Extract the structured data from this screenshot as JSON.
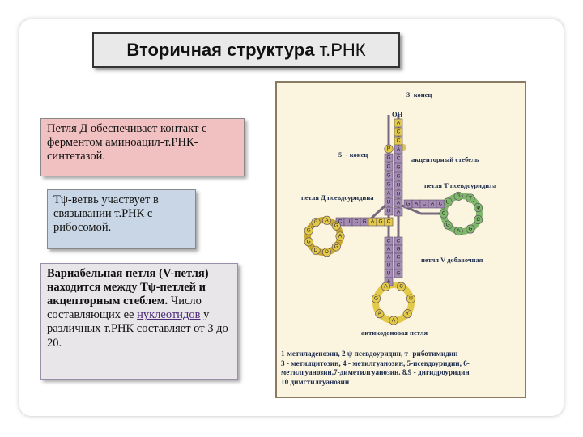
{
  "title": {
    "bold_part": "Вторичная  структура",
    "normal_part": "т.РНК"
  },
  "cards": {
    "d_loop": "Петля Д обеспечивает контакт с ферментом аминоацил-т.РНК-синтетазой.",
    "t_branch": "Тψ-ветвь участвует в связывании т.РНК с рибосомой.",
    "v_loop": {
      "bold_text": "Вариабельная петля (V-петля) находится между Тψ-петлей и акцепторным стеблем.",
      "text_before_link": "Число составляющих ее ",
      "link": "нуклеотидов",
      "text_after_link": " у различных т.РНК составляет  от 3 до 20."
    }
  },
  "diagram": {
    "label_3_end": "3' конец",
    "label_oh": "OH",
    "label_5_end": "5' - конец",
    "label_acceptor": "акцепторный стебель",
    "label_t_loop": "петля Т псевдоуридила",
    "label_d_loop": "петля Д псевдоуридина",
    "label_v_loop": "петля V добавочная",
    "label_anticodon": "антикодоновая петля",
    "acceptor_left": [
      "P",
      "G",
      "C",
      "G",
      "G",
      "A",
      "U",
      "U"
    ],
    "acceptor_right": [
      "A",
      "C",
      "C",
      "A",
      "C",
      "G",
      "C",
      "U",
      "U",
      "A",
      "A"
    ],
    "t_stem": [
      "G",
      "A",
      "C",
      "A",
      "C"
    ],
    "t_loop": [
      "C",
      "U",
      "G",
      "T",
      "ψ",
      "C",
      "G",
      "A",
      "G"
    ],
    "d_stem": [
      "C",
      "U",
      "C",
      "G",
      "A",
      "G",
      "C"
    ],
    "d_loop": [
      "A",
      "G",
      "D",
      "D",
      "G",
      "G",
      "G",
      "A",
      "G"
    ],
    "anticodon_stem": [
      "C",
      "C",
      "A",
      "G",
      "A",
      "G",
      "U",
      "C",
      "U",
      "G",
      "A"
    ],
    "anticodon_loop": [
      "C",
      "U",
      "Y",
      "A",
      "A",
      "G",
      "A"
    ]
  },
  "legend": {
    "line1": "1-метиладенозин, 2   ψ псевдоуридин, т- риботимидин",
    "line2": "3 - метилцитозин, 4 - метилгуанозин, 5-псевдоуридин, 6-метилгуанозин,7-диметилгуанозин. 8.9 - дигидроуридин",
    "line3": "10  димстилгуанозин"
  },
  "colors": {
    "title_bg": "#e9e9e9",
    "card_d_bg": "#f1c0c0",
    "card_t_bg": "#c9d6e6",
    "card_v_bg": "#e8e6e8",
    "diagram_bg": "#fbf5e0",
    "stem_color": "#a58cb5",
    "loop_color": "#e3c94a",
    "t_loop_color": "#7fb86a"
  }
}
